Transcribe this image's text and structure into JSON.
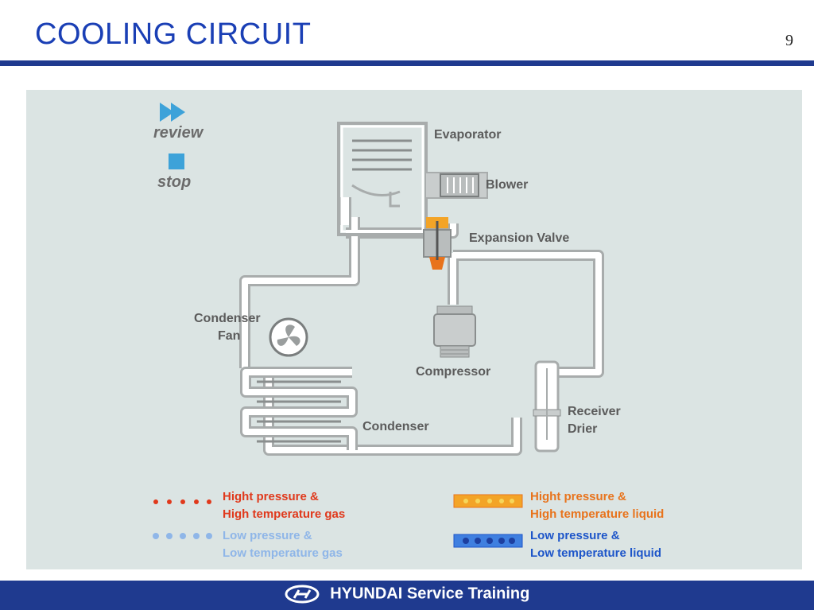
{
  "slide": {
    "title": "COOLING CIRCUIT",
    "page_number": "9"
  },
  "controls": {
    "review_label": "review",
    "stop_label": "stop"
  },
  "components": {
    "evaporator": "Evaporator",
    "blower": "Blower",
    "expansion_valve": "Expansion Valve",
    "condenser_fan_line1": "Condenser",
    "condenser_fan_line2": "Fan",
    "compressor": "Compressor",
    "condenser": "Condenser",
    "receiver_drier_line1": "Receiver",
    "receiver_drier_line2": "Drier"
  },
  "legend": [
    {
      "line1": "Hight pressure &",
      "line2": "High temperature gas",
      "color": "#e0391c"
    },
    {
      "line1": "Low pressure &",
      "line2": "Low temperature gas",
      "color": "#8fb6e8"
    },
    {
      "line1": "Hight pressure &",
      "line2": "High temperature liquid",
      "color": "#e8731c"
    },
    {
      "line1": "Low pressure &",
      "line2": "Low temperature liquid",
      "color": "#1d55c9"
    }
  ],
  "footer": {
    "brand": "HYUNDAI Service Training"
  },
  "colors": {
    "title": "#1a3fb5",
    "rule": "#1f3a8f",
    "panel": "#dbe4e3",
    "accent": "#3da2d9"
  }
}
